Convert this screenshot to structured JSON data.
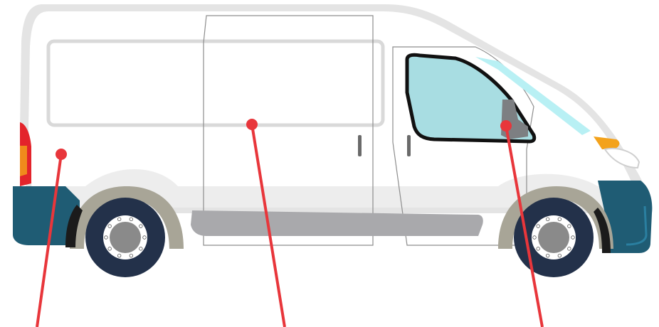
{
  "diagram": {
    "subject": "van-side-view",
    "colors": {
      "body": "#ffffff",
      "body_shade": "#e4e4e4",
      "outline": "#d9d9d9",
      "bumper": "#1f5c74",
      "bumper_light": "#2a7fa0",
      "tire": "#23314a",
      "rim": "#ffffff",
      "hub": "#8a8a8a",
      "arch_trim": "#a8a597",
      "rub_strip": "#a9a9ac",
      "window_glass": "#a8dde2",
      "windshield": "#b8f0f4",
      "tail_light": "#e3242b",
      "tail_light_amber": "#f08a1c",
      "indicator": "#f3a21b",
      "mirror": "#7d7f82",
      "handle": "#6a6a6a",
      "callout_line": "#e8363b"
    },
    "callouts": [
      {
        "id": "rear-panel"
      },
      {
        "id": "sliding-side-door"
      },
      {
        "id": "side-mirror"
      }
    ]
  }
}
